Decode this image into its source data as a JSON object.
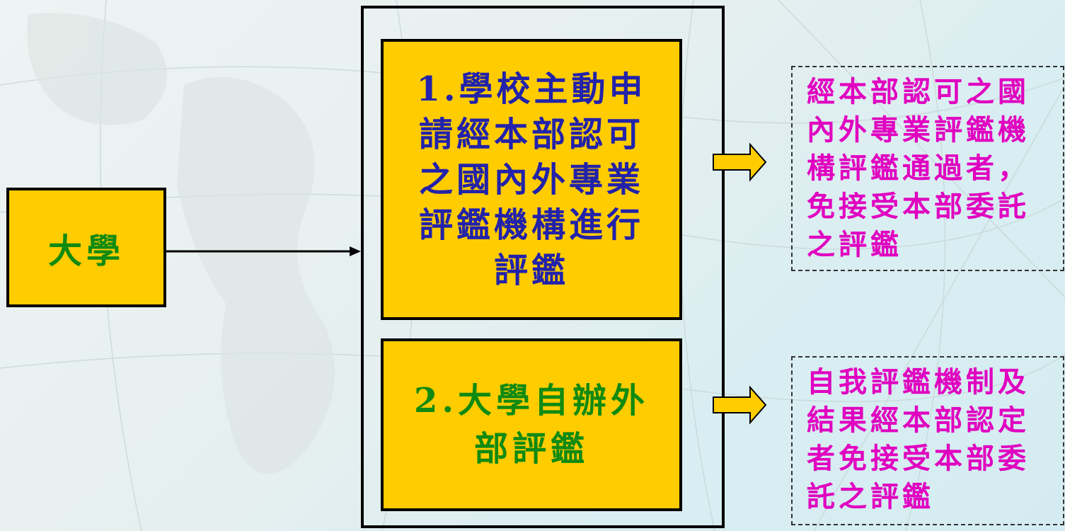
{
  "university": {
    "label": "大學"
  },
  "options": [
    {
      "number": "1.",
      "text": "學校主動申請經本部認可之國內外專業評鑑機構進行評鑑"
    },
    {
      "number": "2.",
      "text": "大學自辦外部評鑑"
    }
  ],
  "results": [
    {
      "text": "經本部認可之國內外專業評鑑機構評鑑通過者，免接受本部委託之評鑑"
    },
    {
      "text": "自我評鑑機制及結果經本部認定者免接受本部委託之評鑑"
    }
  ],
  "colors": {
    "box_fill": "#ffcc00",
    "green_text": "#118a11",
    "blue_text": "#2222aa",
    "magenta_text": "#e000c0",
    "arrow_fill": "#ffcc00"
  }
}
